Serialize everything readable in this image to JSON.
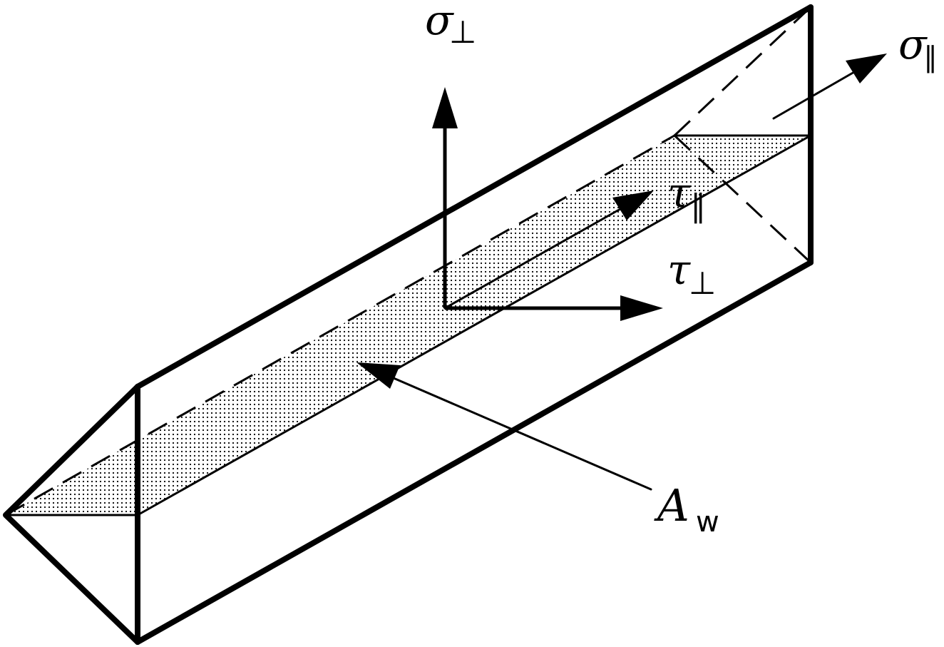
{
  "labels": {
    "sigma_perp": {
      "symbol": "σ",
      "subscript": "⊥"
    },
    "sigma_par": {
      "symbol": "σ",
      "subscript": "∥"
    },
    "tau_par": {
      "symbol": "τ",
      "subscript": "∥"
    },
    "tau_perp": {
      "symbol": "τ",
      "subscript": "⊥"
    },
    "area": {
      "symbol": "A",
      "subscript": "w"
    }
  },
  "colors": {
    "stroke": "#000000",
    "background": "#ffffff"
  },
  "fill_pattern": "dotted"
}
